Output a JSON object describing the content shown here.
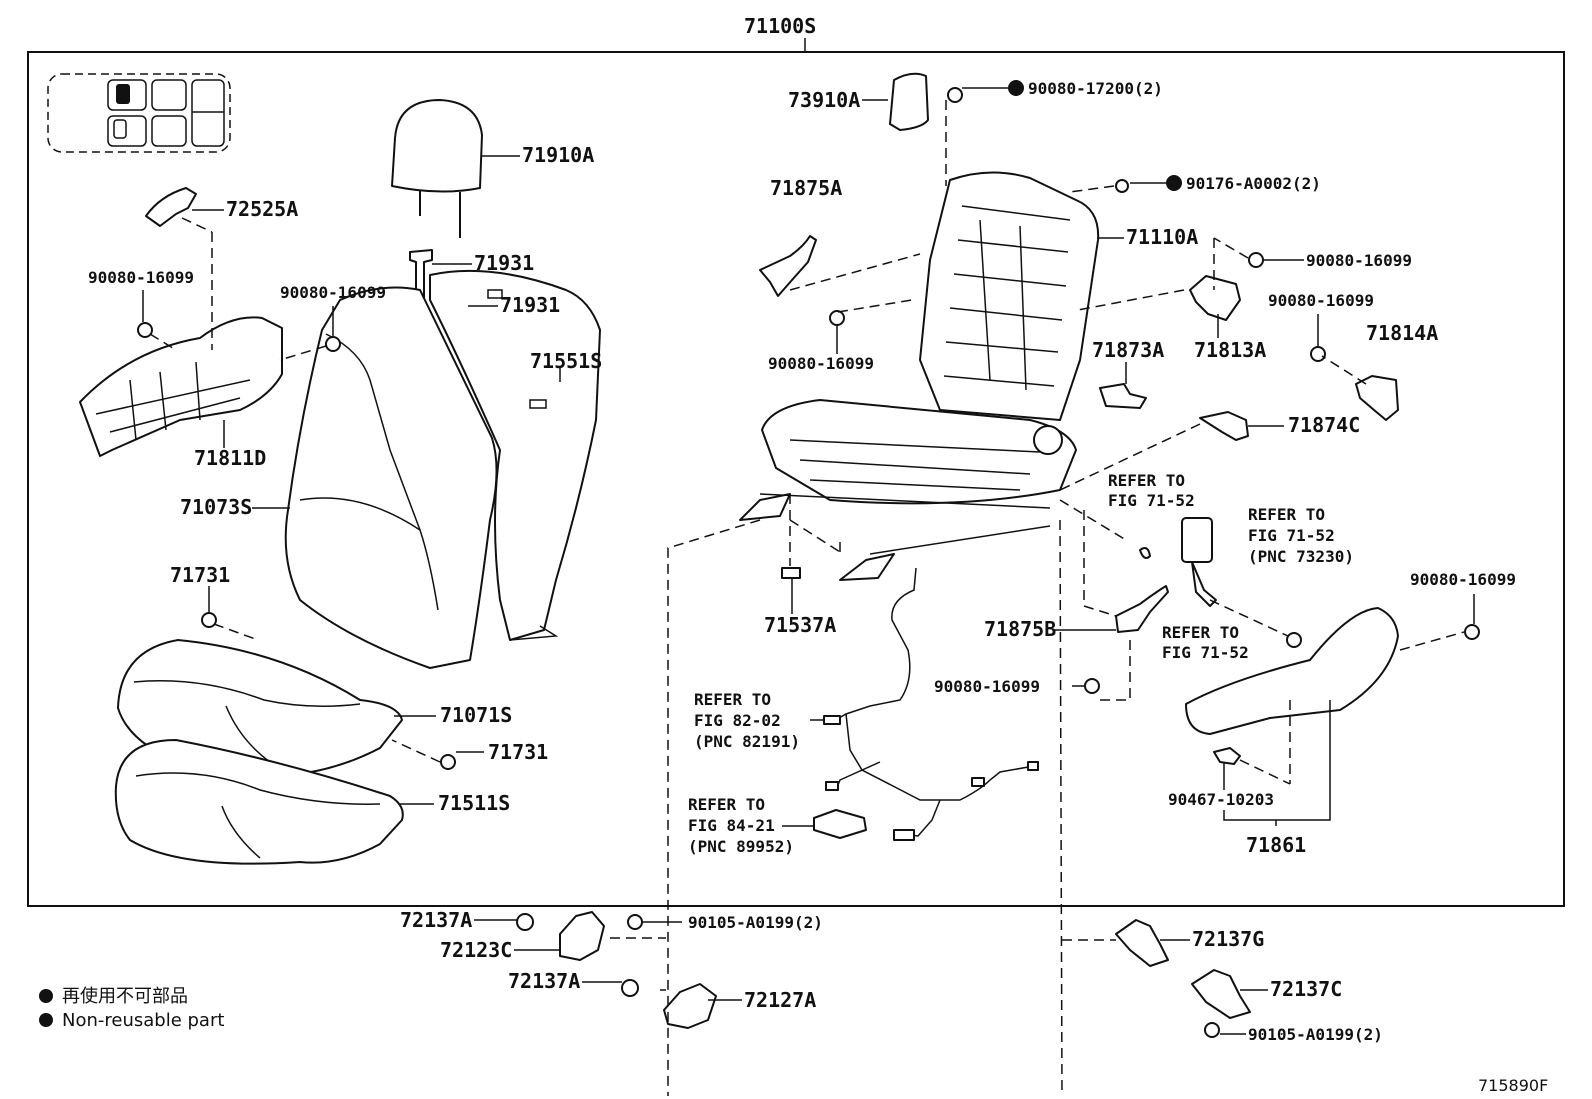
{
  "diagram_id": "715890F",
  "assembly_label": "71100S",
  "legend": {
    "line_jp": "再使用不可部品",
    "line_en": "Non-reusable part"
  },
  "parts": {
    "p73910A": "73910A",
    "p90080_17200": "90080-17200(2)",
    "p90176_A0002": "90176-A0002(2)",
    "p71910A": "71910A",
    "p72525A": "72525A",
    "p71875A": "71875A",
    "p71110A": "71110A",
    "p90080_16099_a": "90080-16099",
    "p90080_16099_b": "90080-16099",
    "p90080_16099_c": "90080-16099",
    "p90080_16099_d": "90080-16099",
    "p90080_16099_e": "90080-16099",
    "p90080_16099_f": "90080-16099",
    "p90080_16099_g": "90080-16099",
    "p71931_a": "71931",
    "p71931_b": "71931",
    "p71813A": "71813A",
    "p71814A": "71814A",
    "p71551S": "71551S",
    "p71873A": "71873A",
    "p71811D": "71811D",
    "p71874C": "71874C",
    "p71073S": "71073S",
    "p71731_a": "71731",
    "p71731_b": "71731",
    "p71537A": "71537A",
    "p71875B": "71875B",
    "p71071S": "71071S",
    "p71511S": "71511S",
    "p90467_10203": "90467-10203",
    "p71861": "71861",
    "p72137A_a": "72137A",
    "p72137A_b": "72137A",
    "p72123C": "72123C",
    "p72127A": "72127A",
    "p90105_A0199_a": "90105-A0199(2)",
    "p90105_A0199_b": "90105-A0199(2)",
    "p72137G": "72137G",
    "p72137C": "72137C"
  },
  "refers": {
    "r1_l1": "REFER TO",
    "r1_l2": "FIG 71-52",
    "r2_l1": "REFER TO",
    "r2_l2": "FIG 71-52",
    "r2_l3": "(PNC 73230)",
    "r3_l1": "REFER TO",
    "r3_l2": "FIG 71-52",
    "r4_l1": "REFER TO",
    "r4_l2": "FIG 82-02",
    "r4_l3": "(PNC 82191)",
    "r5_l1": "REFER TO",
    "r5_l2": "FIG 84-21",
    "r5_l3": "(PNC 89952)"
  }
}
